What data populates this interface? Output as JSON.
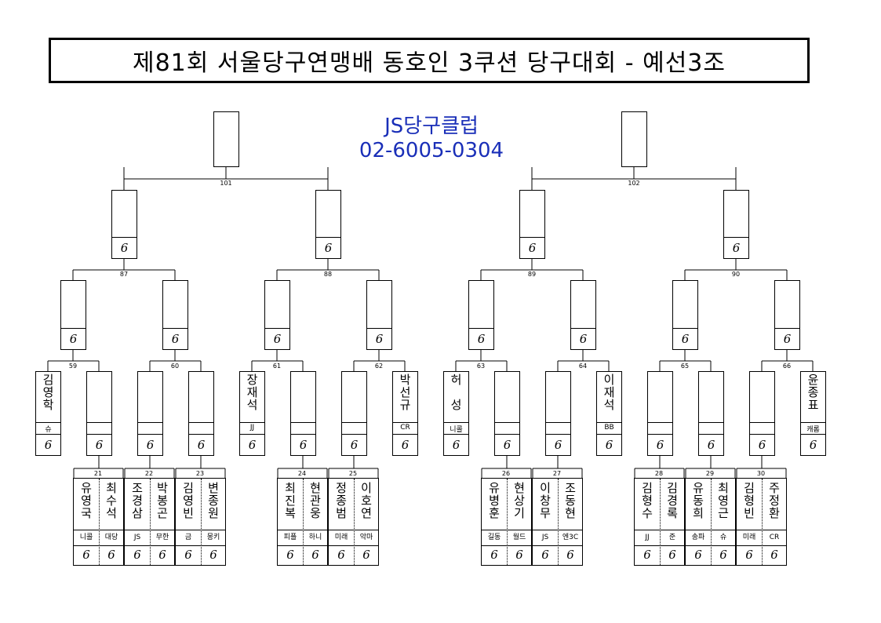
{
  "title": "제81회 서울당구연맹배 동호인 3쿠션 당구대회 - 예선3조",
  "club": {
    "name": "JS당구클럽",
    "phone": "02-6005-0304"
  },
  "score_mark": "6",
  "match_numbers": {
    "m101": "101",
    "m102": "102",
    "m87": "87",
    "m88": "88",
    "m89": "89",
    "m90": "90",
    "m59": "59",
    "m60": "60",
    "m61": "61",
    "m62": "62",
    "m63": "63",
    "m64": "64",
    "m65": "65",
    "m66": "66",
    "m21": "21",
    "m22": "22",
    "m23": "23",
    "m24": "24",
    "m25": "25",
    "m26": "26",
    "m27": "27",
    "m28": "28",
    "m29": "29",
    "m30": "30"
  },
  "seeds": [
    {
      "name": "김영학",
      "club": "슈"
    },
    {
      "name": "장재석",
      "club": "JJ"
    },
    {
      "name": "박선규",
      "club": "CR"
    },
    {
      "name": "허 성",
      "club": "니콜"
    },
    {
      "name": "이재석",
      "club": "BB"
    },
    {
      "name": "윤종표",
      "club": "캐롬"
    }
  ],
  "pairs": [
    {
      "match": "21",
      "a": {
        "name": "유영국",
        "club": "니콜"
      },
      "b": {
        "name": "최수석",
        "club": "대당"
      }
    },
    {
      "match": "22",
      "a": {
        "name": "조경삼",
        "club": "JS"
      },
      "b": {
        "name": "박봉곤",
        "club": "무한"
      }
    },
    {
      "match": "23",
      "a": {
        "name": "김영빈",
        "club": "금"
      },
      "b": {
        "name": "변종원",
        "club": "몽키"
      }
    },
    {
      "match": "24",
      "a": {
        "name": "최진복",
        "club": "피플"
      },
      "b": {
        "name": "현관웅",
        "club": "하니"
      }
    },
    {
      "match": "25",
      "a": {
        "name": "정종범",
        "club": "미래"
      },
      "b": {
        "name": "이호연",
        "club": "악마"
      }
    },
    {
      "match": "26",
      "a": {
        "name": "유병훈",
        "club": "길동"
      },
      "b": {
        "name": "현상기",
        "club": "월드"
      }
    },
    {
      "match": "27",
      "a": {
        "name": "이창무",
        "club": "JS"
      },
      "b": {
        "name": "조동현",
        "club": "엔3C"
      }
    },
    {
      "match": "28",
      "a": {
        "name": "김형수",
        "club": "JJ"
      },
      "b": {
        "name": "김경록",
        "club": "준"
      }
    },
    {
      "match": "29",
      "a": {
        "name": "유동희",
        "club": "송파"
      },
      "b": {
        "name": "최영근",
        "club": "슈"
      }
    },
    {
      "match": "30",
      "a": {
        "name": "김형빈",
        "club": "미래"
      },
      "b": {
        "name": "주정환",
        "club": "CR"
      }
    }
  ]
}
